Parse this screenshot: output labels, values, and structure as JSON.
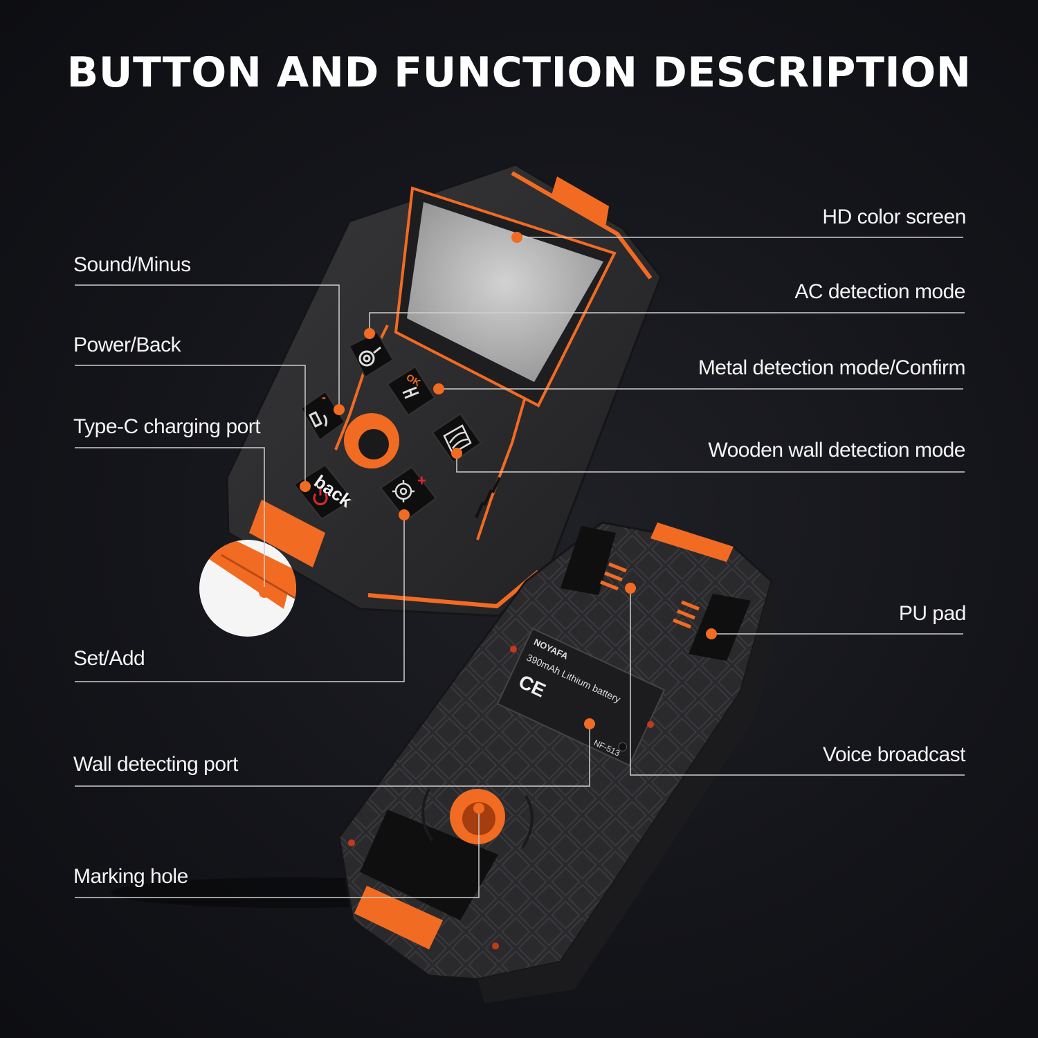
{
  "title": "BUTTON AND FUNCTION DESCRIPTION",
  "labels": {
    "hd_color_screen": "HD color screen",
    "sound_minus": "Sound/Minus",
    "ac_detection_mode": "AC detection mode",
    "power_back": "Power/Back",
    "metal_detection_mode": "Metal detection mode/Confirm",
    "type_c_port": "Type-C charging port",
    "wooden_wall_mode": "Wooden wall detection mode",
    "set_add": "Set/Add",
    "pu_pad": "PU pad",
    "wall_detecting_port": "Wall detecting port",
    "voice_broadcast": "Voice broadcast",
    "marking_hole": "Marking hole"
  },
  "device": {
    "brand": "NOYAFA",
    "model": "NF-513",
    "battery_label": "390mAh Lithium battery",
    "ce_mark": "CE",
    "button_back": "back",
    "button_ok": "OK",
    "button_minus": "-",
    "button_plus": "+"
  },
  "colors": {
    "accent_orange": "#f26b22",
    "body_dark": "#2b2b2e",
    "background": "#14151a",
    "leader_line": "#cfcfcf"
  },
  "icons": [
    "ac-detection-icon",
    "metal-detection-icon",
    "sound-icon",
    "wood-detection-icon",
    "power-icon",
    "gear-icon"
  ]
}
